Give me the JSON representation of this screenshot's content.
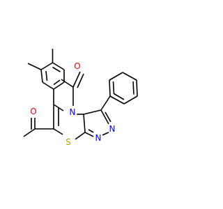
{
  "molecule": {
    "atoms": [
      {
        "id": "O1",
        "element": "O",
        "label": "O",
        "color": "#ff0000"
      },
      {
        "id": "O2",
        "element": "O",
        "label": "O",
        "color": "#ff0000"
      },
      {
        "id": "N4",
        "element": "N",
        "label": "N",
        "color": "#0000ff"
      },
      {
        "id": "N5",
        "element": "N",
        "label": "N",
        "color": "#0000ff"
      },
      {
        "id": "N6",
        "element": "N",
        "label": "N",
        "color": "#0000ff"
      },
      {
        "id": "N7",
        "element": "N",
        "label": "N",
        "color": "#0000ff"
      },
      {
        "id": "S8",
        "element": "S",
        "label": "S",
        "color": "#b8a000"
      }
    ],
    "bond_color": "#000000",
    "background": "#ffffff"
  }
}
